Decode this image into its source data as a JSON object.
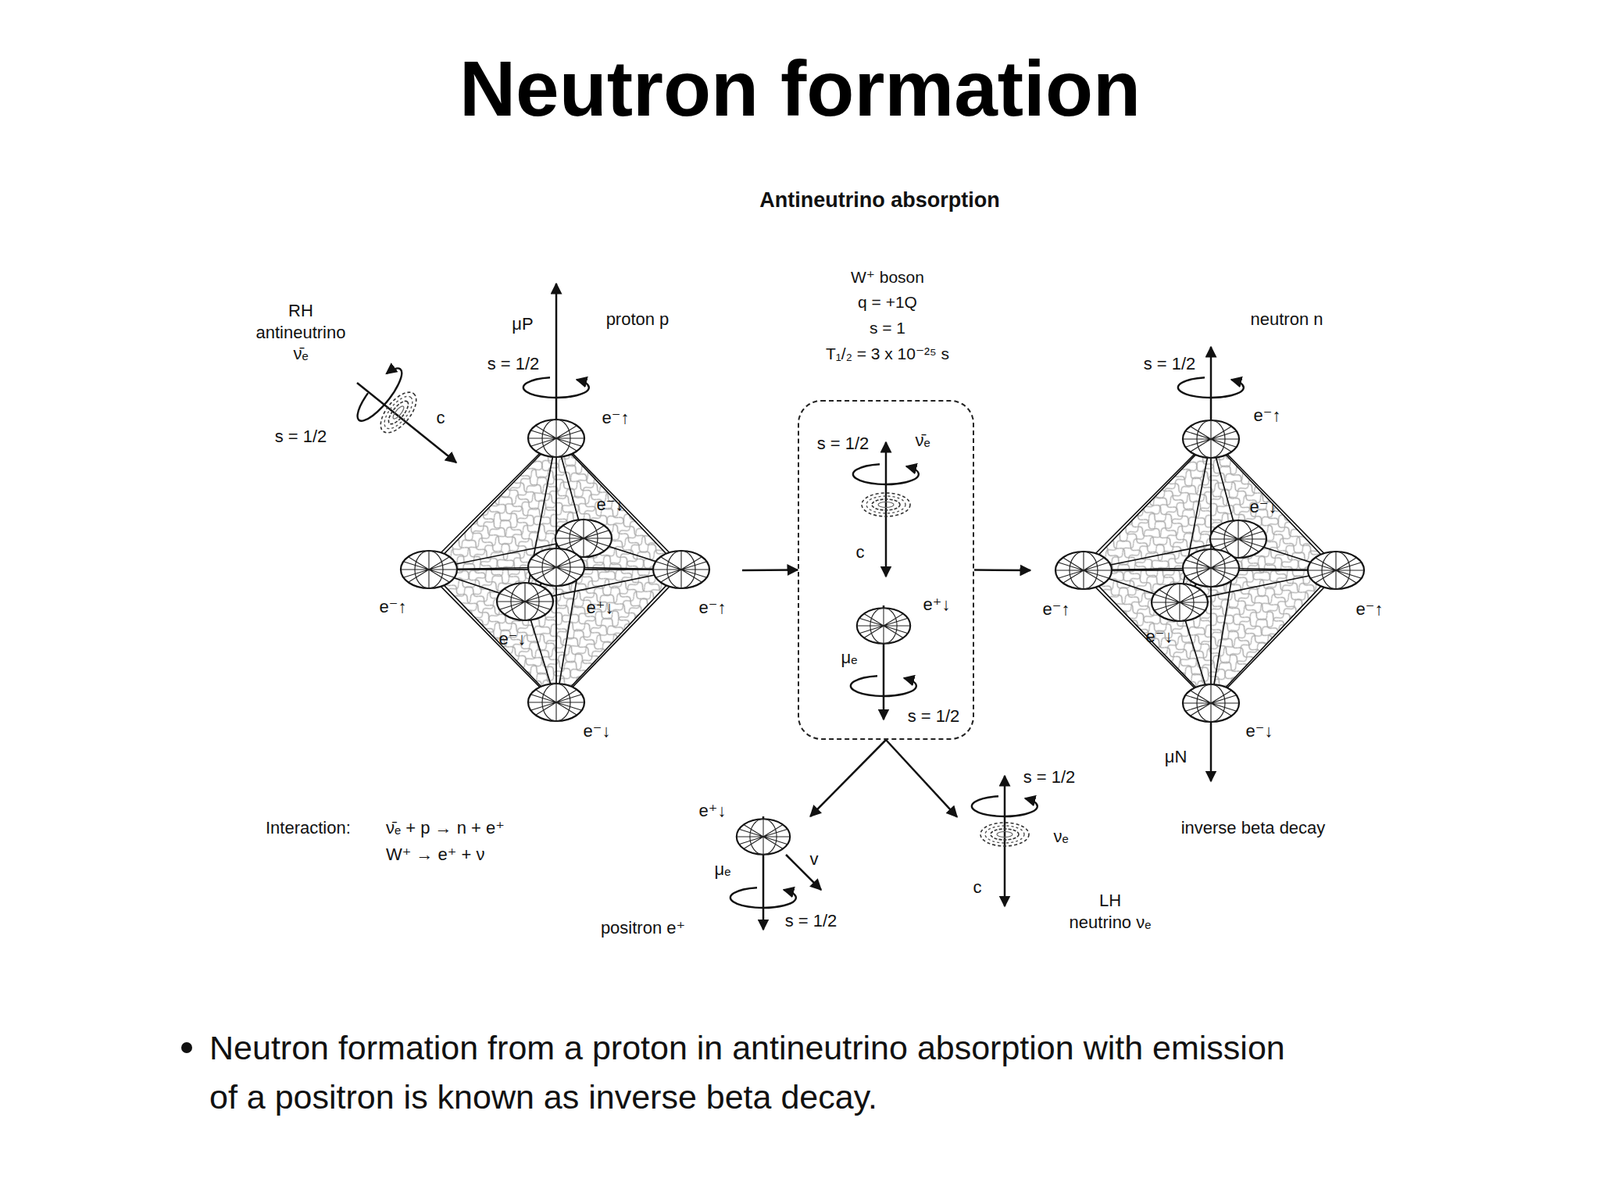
{
  "diagram": {
    "title": "Neutron formation",
    "caption": "Neutron formation from a proton in antineutrino absorption with emission of a positron is known as inverse beta decay.",
    "nodes": [
      {
        "text": [
          "RH antineutrino ν̄ₑ"
        ]
      },
      {
        "text": [
          "proton p"
        ]
      },
      {
        "text": [
          "W⁺ boson",
          "q = +1Q",
          "s = 1",
          "T₁/₂ = 3 x 10⁻²⁵ s"
        ]
      },
      {
        "text": [
          "neutron n"
        ]
      },
      {
        "text": [
          "positron e⁺"
        ]
      },
      {
        "text": [
          "LH neutrino νₑ"
        ]
      }
    ],
    "edges": [
      {
        "from": 1,
        "to": 2,
        "arrow": "to"
      },
      {
        "from": 2,
        "to": 3,
        "arrow": "to"
      },
      {
        "from": 2,
        "to": 4,
        "arrow": "to"
      },
      {
        "from": 2,
        "to": 5,
        "arrow": "to"
      }
    ],
    "labels": [
      "Antineutrino absorption",
      "s = 1/2",
      "c",
      "μP",
      "s = 1/2",
      "e⁻↑",
      "e⁻↓",
      "e⁻↑",
      "e⁺↓",
      "e⁻↑",
      "e⁻↓",
      "e⁻↓",
      "s = 1/2",
      "ν̄ₑ",
      "c",
      "e⁺↓",
      "μₑ",
      "s = 1/2",
      "s = 1/2",
      "e⁻↑",
      "e⁻↓",
      "e⁻↑",
      "e⁻↓",
      "e⁻↑",
      "e⁻↓",
      "μN",
      "inverse beta decay",
      "Interaction:",
      "ν̄ₑ + p → n + e⁺",
      "W⁺ → e⁺ + ν",
      "e⁺↓",
      "μₑ",
      "v",
      "s = 1/2",
      "s = 1/2",
      "νₑ",
      "c"
    ]
  }
}
